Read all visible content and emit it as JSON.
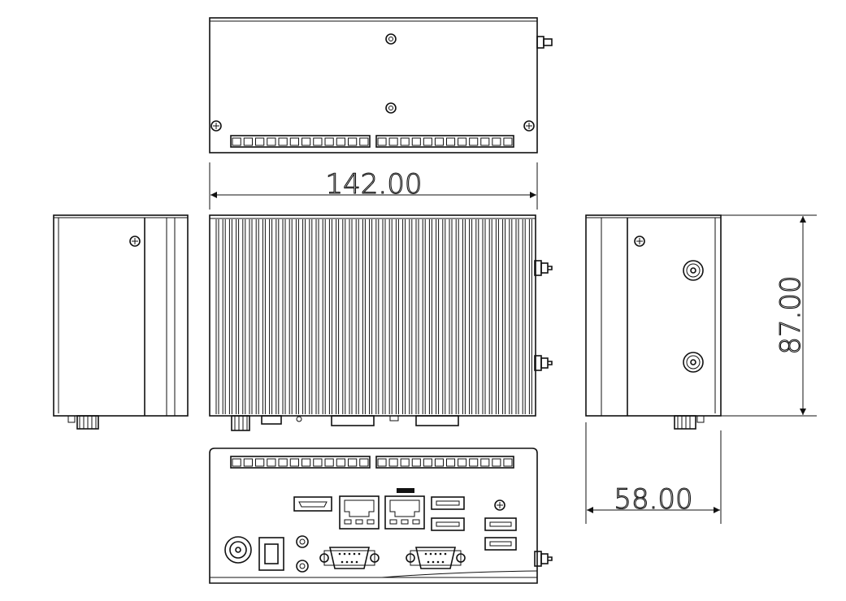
{
  "dimensions": {
    "width": "142.00",
    "height": "87.00",
    "depth": "58.00"
  },
  "views": [
    "top-view",
    "front-view",
    "left-side-view",
    "right-side-view",
    "io-panel-view"
  ],
  "colors": {
    "line": "#111111",
    "background": "#ffffff"
  }
}
